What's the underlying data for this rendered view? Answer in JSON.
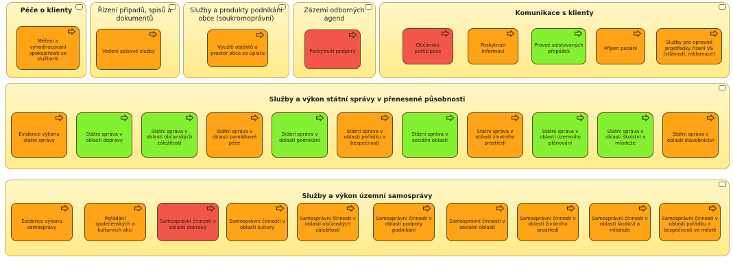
{
  "groups": {
    "pece": {
      "title": "Péče o klienty"
    },
    "rizeni": {
      "title": "Řízení případů, spisů a dokumentů"
    },
    "sluzby_obce": {
      "title": "Služby a produkty podnikání obce (soukromoprávní)"
    },
    "zazemi": {
      "title": "Zázemí odborných agend"
    },
    "komunikace": {
      "title": "Komunikace s klienty"
    },
    "statni": {
      "title": "Služby a výkon státní správy v přenesené působnosti"
    },
    "uzemni": {
      "title": "Služby a výkon územní samosprávy"
    }
  },
  "services": {
    "pece": [
      {
        "label": "Měření a vyhodnocování spokojenosti se službami",
        "status": "orange"
      }
    ],
    "rizeni": [
      {
        "label": "Vedení spisové služby",
        "status": "orange"
      }
    ],
    "sluzby_obce": [
      {
        "label": "Využití objektů a prostor obce za úplatu",
        "status": "orange"
      }
    ],
    "zazemi": [
      {
        "label": "Poskytnutí podpory",
        "status": "red"
      }
    ],
    "komunikace": [
      {
        "label": "Občanská participace",
        "status": "red"
      },
      {
        "label": "Poskytnutí informací",
        "status": "orange"
      },
      {
        "label": "Provoz asistovaných přepážek",
        "status": "green"
      },
      {
        "label": "Příjem podání",
        "status": "orange"
      },
      {
        "label": "Služby pro opravné prostředky řízení VS (stížnosti, reklamace)",
        "status": "orange"
      }
    ],
    "statni": [
      {
        "label": "Evidence výkonu státní správy",
        "status": "orange"
      },
      {
        "label": "Státní správa v oblasti dopravy",
        "status": "green"
      },
      {
        "label": "Státní správa v oblasti občanských záležitostí",
        "status": "green"
      },
      {
        "label": "Státní správa v oblasti památkové péče",
        "status": "orange"
      },
      {
        "label": "Státní správa v oblasti podnikání",
        "status": "green"
      },
      {
        "label": "Státní správa v oblasti pořádku a bezpečnosti",
        "status": "orange"
      },
      {
        "label": "Státní správa v sociální oblasti",
        "status": "green"
      },
      {
        "label": "Státní správa v oblasti životního prostředí",
        "status": "orange"
      },
      {
        "label": "Státní správa v oblasti územního plánování",
        "status": "green"
      },
      {
        "label": "Státní správa v oblasti školství a mládeže",
        "status": "green"
      },
      {
        "label": "Státní správa v oblasti stavebnictví",
        "status": "orange"
      }
    ],
    "uzemni": [
      {
        "label": "Evidence výkonu samosprávy",
        "status": "orange"
      },
      {
        "label": "Pořádání společenských a kulturních akcí",
        "status": "orange"
      },
      {
        "label": "Samosprávní činnosti v oblasti dopravy",
        "status": "red"
      },
      {
        "label": "Samosprávní činnosti v oblasti kultury",
        "status": "orange"
      },
      {
        "label": "Samosprávní činnosti v oblasti občanských záležitostí",
        "status": "orange"
      },
      {
        "label": "Samosprávní činnosti v oblasti podpory podnikání",
        "status": "orange"
      },
      {
        "label": "Samosprávní činnosti v sociální oblasti",
        "status": "orange"
      },
      {
        "label": "Samosprávní činnosti v oblasti životního prostředí",
        "status": "orange"
      },
      {
        "label": "Samosprávní činnosti v oblasti školství a mládeže",
        "status": "orange"
      },
      {
        "label": "Samosprávní činnosti v oblasti pořádku a bezpečnosti ve městě",
        "status": "orange"
      }
    ]
  },
  "colors": {
    "orange": "#ffa317",
    "red": "#f2554a",
    "green": "#83f031",
    "group_fill": "#ffec8a"
  },
  "icons": {
    "service": "business-service-icon",
    "group": "group-icon"
  }
}
